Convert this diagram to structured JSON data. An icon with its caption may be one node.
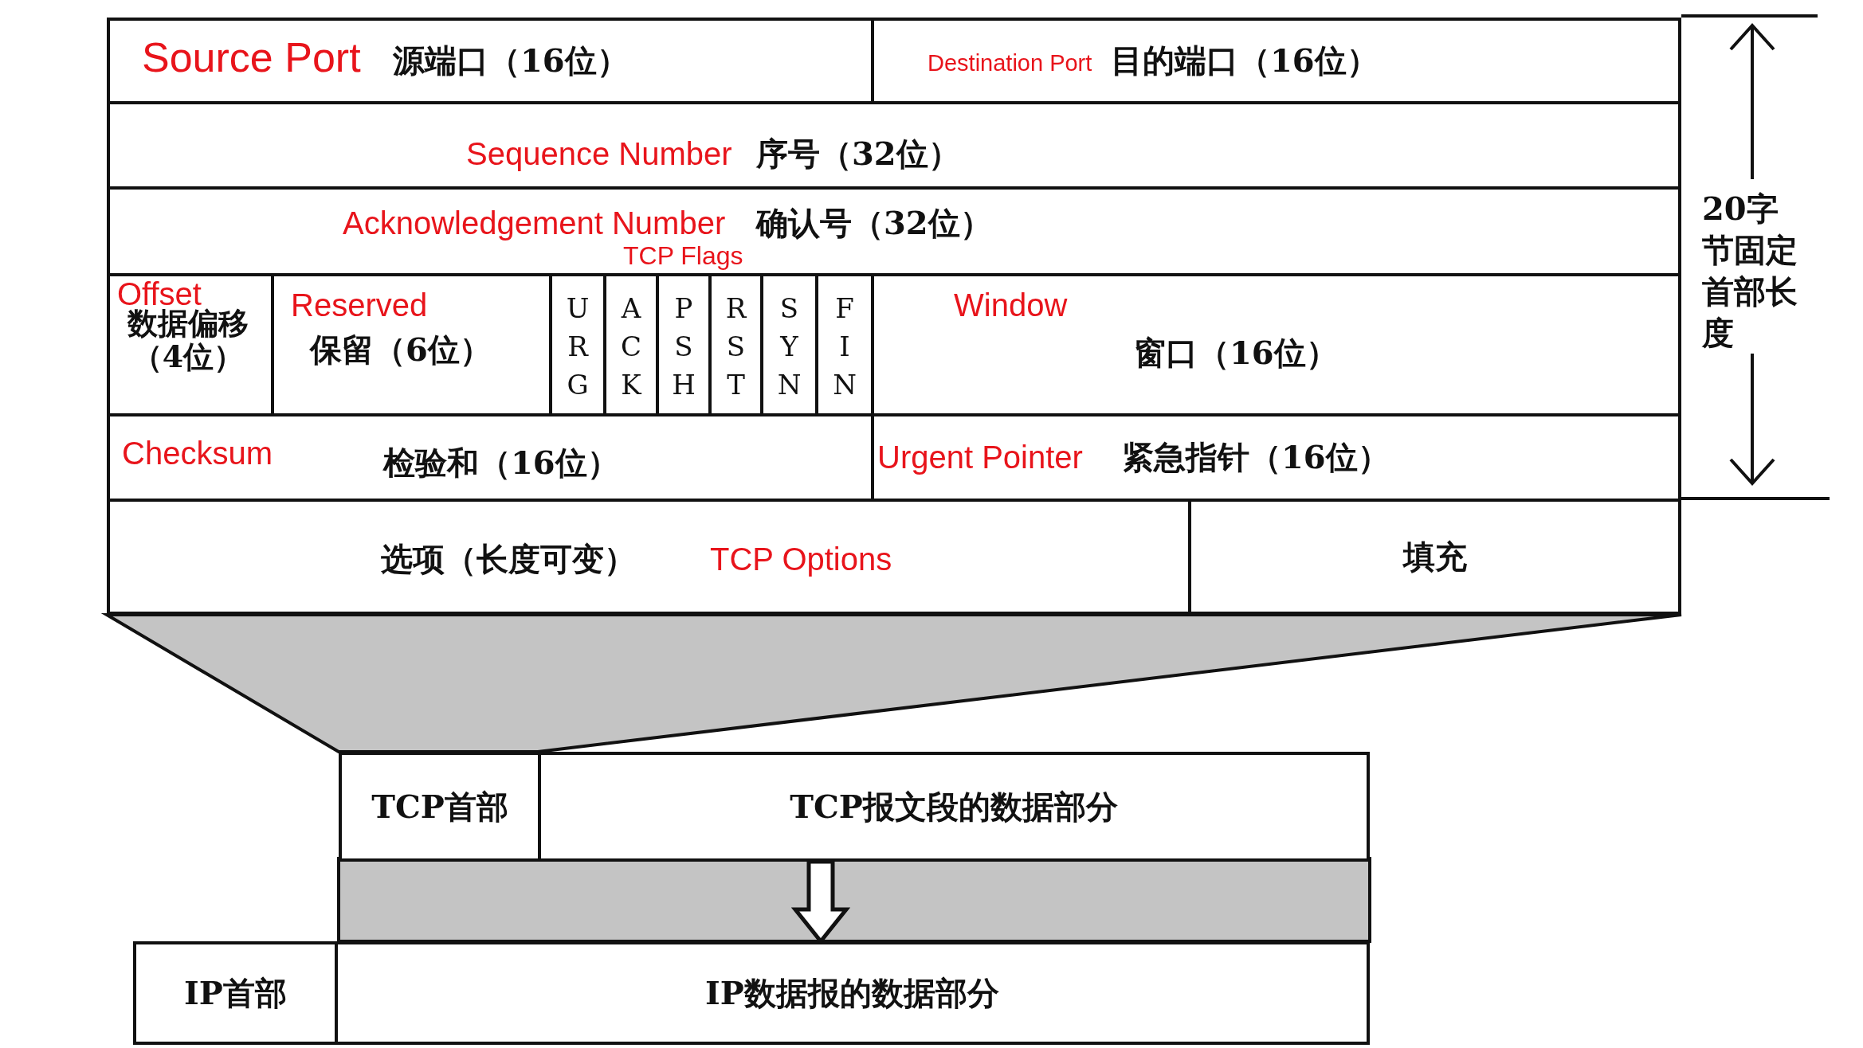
{
  "diagram": {
    "nodes": [
      {
        "text": [
          "Source Port",
          "源端口（16位）"
        ]
      },
      {
        "text": [
          "Destination Port",
          "目的端口（16位）"
        ]
      },
      {
        "text": [
          "Sequence Number",
          "序号（32位）"
        ]
      },
      {
        "text": [
          "Acknowledgement Number",
          "确认号（32位）"
        ]
      },
      {
        "text": [
          "Offset",
          "数据偏移（4位）"
        ]
      },
      {
        "text": [
          "Reserved",
          "保留（6位）"
        ]
      },
      {
        "text": [
          "U R G"
        ]
      },
      {
        "text": [
          "A C K"
        ]
      },
      {
        "text": [
          "P S H"
        ]
      },
      {
        "text": [
          "R S T"
        ]
      },
      {
        "text": [
          "S Y N"
        ]
      },
      {
        "text": [
          "F I N"
        ]
      },
      {
        "text": [
          "Window",
          "窗口（16位）"
        ]
      },
      {
        "text": [
          "Checksum",
          "检验和（16位）"
        ]
      },
      {
        "text": [
          "Urgent Pointer",
          "紧急指针（16位）"
        ]
      },
      {
        "text": [
          "选项（长度可变）",
          "TCP Options"
        ]
      },
      {
        "text": [
          "填充"
        ]
      },
      {
        "text": [
          "TCP首部"
        ]
      },
      {
        "text": [
          "TCP报文段的数据部分"
        ]
      },
      {
        "text": [
          "IP首部"
        ]
      },
      {
        "text": [
          "IP数据报的数据部分"
        ]
      }
    ],
    "edges": [
      {
        "from": 18,
        "to": 20,
        "arrow": "to"
      }
    ],
    "labels": [
      "TCP Flags",
      "20字节固定首部长度"
    ]
  }
}
